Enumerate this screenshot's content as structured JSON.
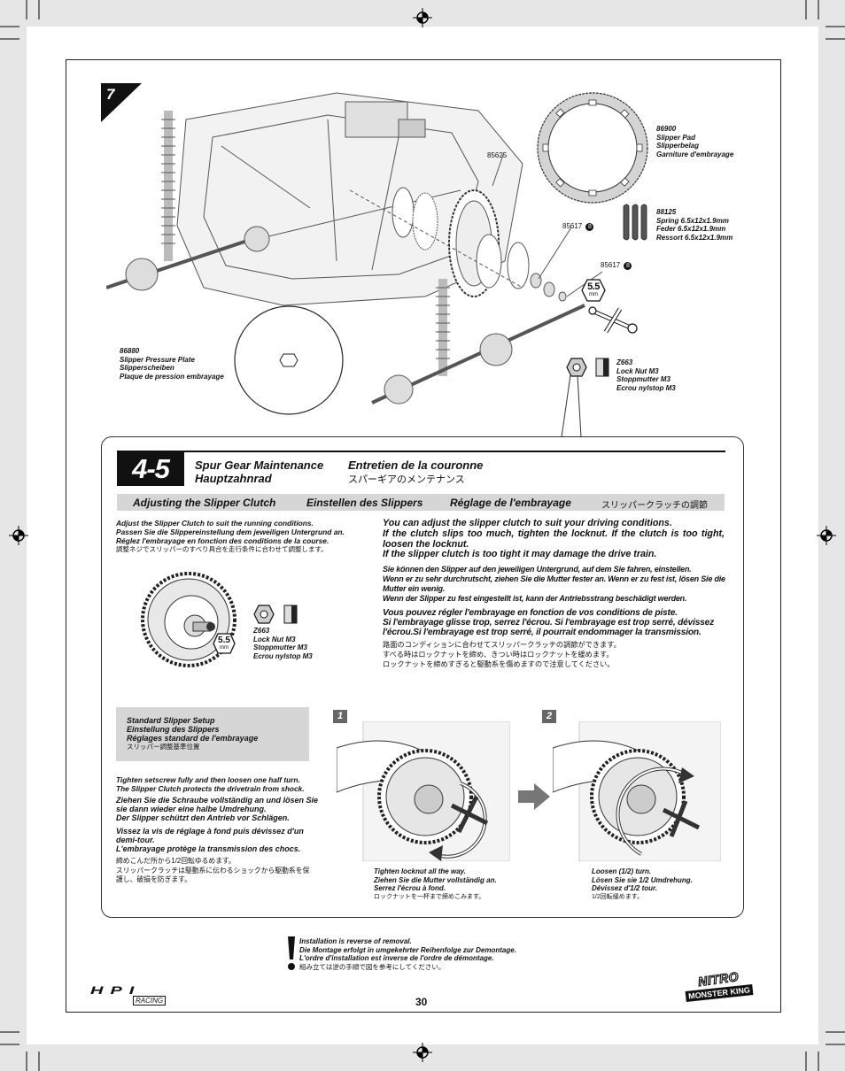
{
  "step": {
    "number": "7"
  },
  "parts_top": [
    {
      "code": "86900",
      "lines": [
        "Slipper Pad",
        "Slipperbelag",
        "Garniture d'embrayage"
      ]
    },
    {
      "code": "88125",
      "lines": [
        "Spring 6.5x12x1.9mm",
        "Feder 6.5x12x1.9mm",
        "Ressort 6.5x12x1.9mm"
      ]
    },
    {
      "code": "86880",
      "lines": [
        "Slipper Pressure Plate",
        "Slipperscheiben",
        "Plaque de pression embrayage"
      ]
    },
    {
      "code": "Z663",
      "lines": [
        "Lock Nut M3",
        "Stoppmutter M3",
        "Ecrou nylstop M3"
      ]
    }
  ],
  "callouts": {
    "c85625": "85625",
    "c85617a": "85617",
    "c85617b": "85617",
    "count_a": "8",
    "count_b": "8"
  },
  "wrench_label": "5.5",
  "wrench_unit": "mm",
  "section": {
    "number": "4-5",
    "title_en": "Spur Gear Maintenance",
    "title_de": "Hauptzahnrad",
    "title_fr": "Entretien de la couronne",
    "title_jp": "スパーギアのメンテナンス"
  },
  "subheader": {
    "en": "Adjusting the Slipper Clutch",
    "de": "Einstellen des Slippers",
    "fr": "Réglage de l'embrayage",
    "jp": "スリッパークラッチの調節"
  },
  "left_intro": [
    "Adjust the Slipper Clutch to suit the running conditions.",
    "Passen Sie die Slippereinstellung dem jeweiligen Untergrund an.",
    "Réglez l'embrayage en fonction des conditions de la course.",
    "調整ネジでスリッパーのすべり具合を走行条件に合わせて調整します。"
  ],
  "inner_part": {
    "code": "Z663",
    "lines": [
      "Lock Nut M3",
      "Stoppmutter M3",
      "Ecrou nylstop M3"
    ]
  },
  "right_intro": {
    "en": [
      "You can adjust the slipper clutch to suit your driving conditions.",
      "If the clutch slips too much, tighten the locknut. If the clutch is too tight, loosen the locknut.",
      "If the slipper clutch is too tight it may damage the drive train."
    ],
    "de": [
      "Sie können den Slipper auf den jeweiligen Untergrund, auf dem Sie fahren, einstellen.",
      "Wenn er zu sehr durchrutscht, ziehen Sie die Mutter fester an. Wenn er zu fest ist, lösen Sie die Mutter ein wenig.",
      "Wenn der Slipper zu fest eingestellt ist, kann der Antriebsstrang beschädigt werden."
    ],
    "fr": [
      "Vous pouvez régler l'embrayage en fonction de vos conditions de piste.",
      "Si l'embrayage glisse trop, serrez l'écrou. Si l'embrayage est trop serré, dévissez l'écrou.Si l'embrayage est trop serré, il pourrait endommager la transmission."
    ],
    "jp": [
      "路面のコンディションに合わせてスリッパークラッチの調節ができます。",
      "すべる時はロックナットを締め、きつい時はロックナットを緩めます。",
      "ロックナットを締めすぎると駆動系を傷めますので注意してください。"
    ]
  },
  "standard_box": [
    "Standard Slipper Setup",
    "Einstellung des Slippers",
    "Réglages standard de l'embrayage",
    "スリッパー調整基準位置"
  ],
  "setup_text": {
    "en": [
      "Tighten setscrew fully and then loosen one half turn.",
      "The Slipper Clutch protects the drivetrain from shock."
    ],
    "de": [
      "Ziehen Sie die Schraube vollständig an und lösen Sie sie dann wieder eine halbe Umdrehung.",
      "Der Slipper schützt den Antrieb vor Schlägen."
    ],
    "fr": [
      "Vissez la vis de réglage à fond puis dévissez d'un demi-tour.",
      "L'embrayage protège la transmission des chocs."
    ],
    "jp": [
      "締めこんだ所から1/2回転ゆるめます。",
      "スリッパークラッチは駆動系に伝わるショックから駆動系を保護し、破損を防ぎます。"
    ]
  },
  "steps": [
    {
      "num": "1",
      "lines": [
        "Tighten locknut all the way.",
        "Ziehen Sie die Mutter vollständig an.",
        "Serrez l'écrou à fond."
      ],
      "jp": "ロックナットを一杯まで締めこみます。"
    },
    {
      "num": "2",
      "lines": [
        "Loosen (1/2) turn.",
        "Lösen Sie sie 1/2 Umdrehung.",
        "Dévissez d'1/2 tour."
      ],
      "jp": "1/2回転緩めます。"
    }
  ],
  "note": {
    "lines": [
      "Installation is reverse of removal.",
      "Die Montage erfolgt in umgekehrter Reihenfolge zur Demontage.",
      "L'ordre d'installation est inverse de l'ordre de démontage."
    ],
    "jp": "組み立ては逆の手順で図を参考にしてください。"
  },
  "page_number": "30",
  "brand_left": "HPI",
  "brand_left_sub": "RACING",
  "brand_right_top": "NITRO",
  "brand_right_bottom": "MONSTER KING"
}
